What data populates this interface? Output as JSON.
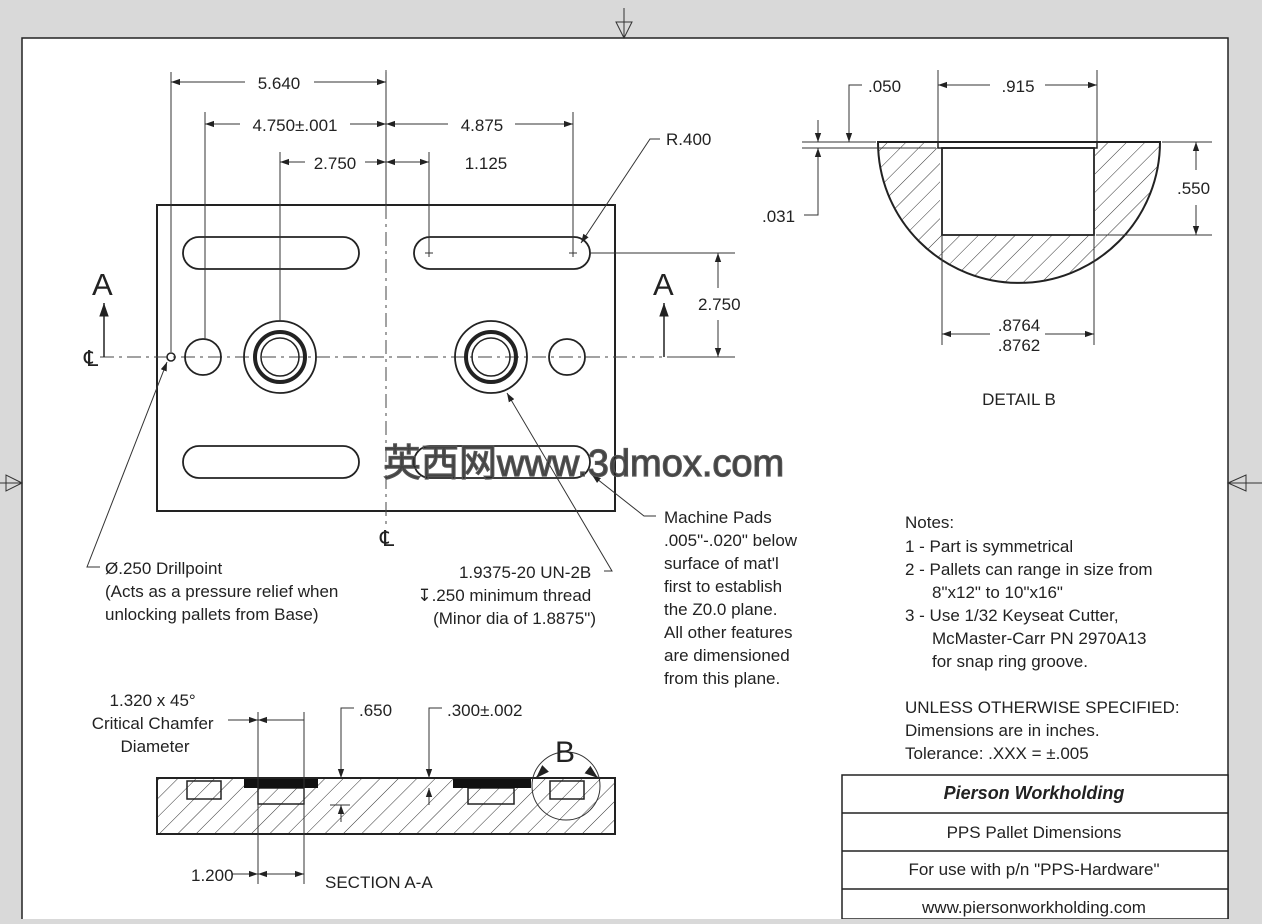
{
  "top_view": {
    "dims": {
      "d_5640": "5.640",
      "d_4750": "4.750±.001",
      "d_4875": "4.875",
      "d_2750_h": "2.750",
      "d_1125": "1.125",
      "d_r400": "R.400",
      "d_2750_v": "2.750"
    },
    "section_letter_left": "A",
    "section_letter_right": "A",
    "centerline_symbol_left": "℄",
    "centerline_symbol_bottom": "℄",
    "drillpoint_note": [
      "Ø.250 Drillpoint",
      "(Acts as a pressure relief when",
      "unlocking pallets from Base)"
    ],
    "thread_note": [
      "1.9375-20 UN-2B",
      "↧.250 minimum thread",
      "(Minor dia of 1.8875\")"
    ],
    "machine_pads_note": [
      "Machine Pads",
      ".005\"-.020\" below",
      "surface of mat'l",
      "first to establish",
      "the Z0.0 plane.",
      "All other features",
      "are dimensioned",
      "from this plane."
    ]
  },
  "detail_b": {
    "title": "DETAIL B",
    "d_050": ".050",
    "d_915": ".915",
    "d_031": ".031",
    "d_550": ".550",
    "d_8764": ".8764",
    "d_8762": ".8762"
  },
  "section_aa": {
    "title": "SECTION A-A",
    "chamfer_note": [
      "1.320 x 45°",
      "Critical Chamfer",
      "Diameter"
    ],
    "d_650": ".650",
    "d_300": ".300±.002",
    "d_1200": "1.200",
    "detail_letter": "B"
  },
  "notes": {
    "heading": "Notes:",
    "lines": [
      "1 - Part is symmetrical",
      "2 - Pallets can range in size from",
      "8\"x12\" to 10\"x16\"",
      "3 - Use 1/32 Keyseat Cutter,",
      "McMaster-Carr PN 2970A13",
      "for snap ring groove."
    ]
  },
  "unless": {
    "lines": [
      "UNLESS OTHERWISE SPECIFIED:",
      "Dimensions are in inches.",
      "Tolerance: .XXX = ±.005"
    ]
  },
  "title_block": {
    "company": "Pierson Workholding",
    "title": "PPS Pallet Dimensions",
    "usage": "For use with p/n \"PPS-Hardware\"",
    "website": "www.piersonworkholding.com"
  },
  "watermark": "英西网www.3dmox.com",
  "colors": {
    "paper": "#ffffff",
    "bezel": "#d9d9d9",
    "ink": "#222222"
  }
}
